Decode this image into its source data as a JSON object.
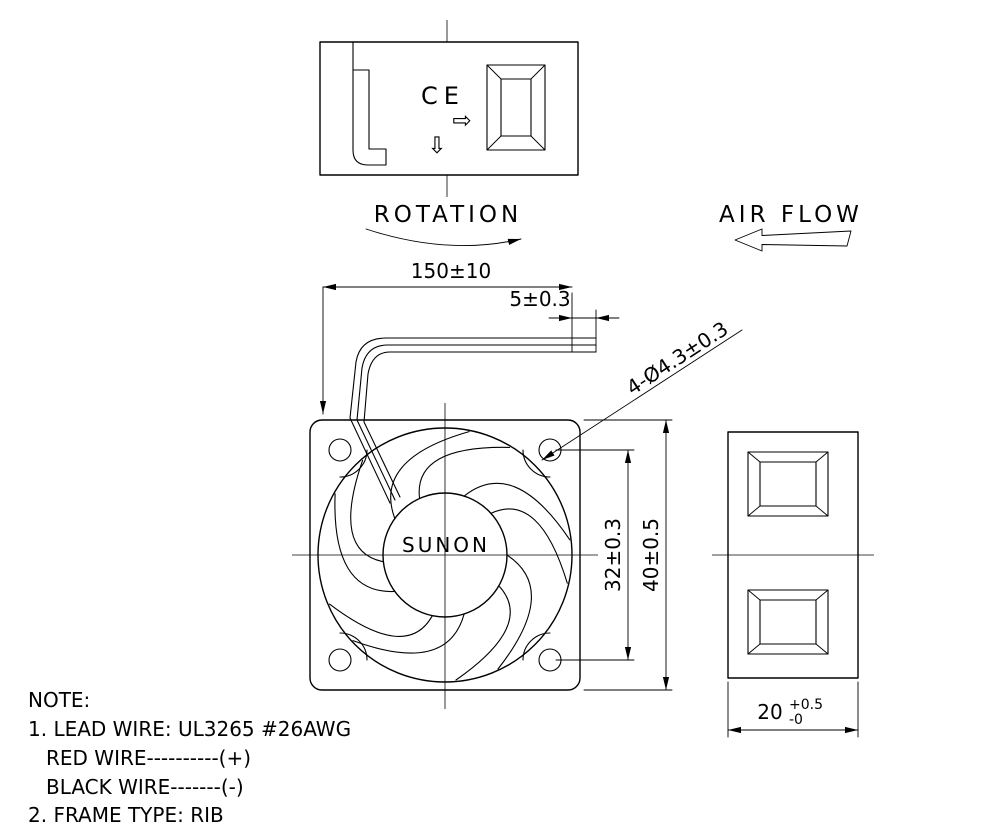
{
  "labels": {
    "rotation": "ROTATION",
    "air_flow": "AIR FLOW"
  },
  "top_view": {
    "ce_mark": "CE",
    "arrow_down_glyph": "⇩",
    "arrow_right_glyph": "⇨"
  },
  "front_view": {
    "brand": "SUNON"
  },
  "dimensions": {
    "lead_wire_length": "150±10",
    "strip_length": "5±0.3",
    "mounting_holes": "4-Ø4.3±0.3",
    "hole_pitch": "32±0.3",
    "frame_width": "40±0.5",
    "frame_depth": "20",
    "frame_depth_tol_plus": "+0.5",
    "frame_depth_tol_minus": "-0"
  },
  "notes": {
    "title": "NOTE:",
    "items": [
      "1. LEAD WIRE: UL3265 #26AWG",
      "RED WIRE----------(+)",
      "BLACK WIRE-------(-)",
      "2. FRAME TYPE: RIB"
    ]
  }
}
